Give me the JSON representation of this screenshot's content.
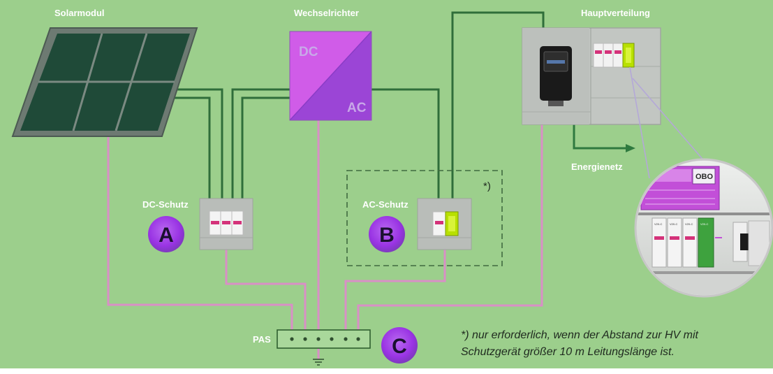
{
  "labels": {
    "solarmodul": "Solarmodul",
    "wechselrichter": "Wechselrichter",
    "hauptverteilung": "Hauptverteilung",
    "energienetz": "Energienetz",
    "dc_schutz": "DC-Schutz",
    "ac_schutz": "AC-Schutz",
    "pas": "PAS",
    "dc": "DC",
    "ac": "AC",
    "optional_mark": "*)"
  },
  "badges": {
    "a": "A",
    "b": "B",
    "c": "C"
  },
  "note": {
    "line1": "*) nur erforderlich, wenn der Abstand zur HV mit",
    "line2": "Schutzgerät größer 10 m Leitungslänge ist."
  },
  "zoom": {
    "brand": "OBO",
    "device_labels": [
      "V20-C",
      "V20-C",
      "V20-C",
      "V20-C"
    ]
  },
  "colors": {
    "background": "#9ccf8c",
    "conductor_green": "#2f6e3a",
    "earth_conductor": "#d98fc6",
    "inverter_top": "#d05ce8",
    "inverter_bottom": "#9b45d6",
    "badge": "#a038e8"
  }
}
